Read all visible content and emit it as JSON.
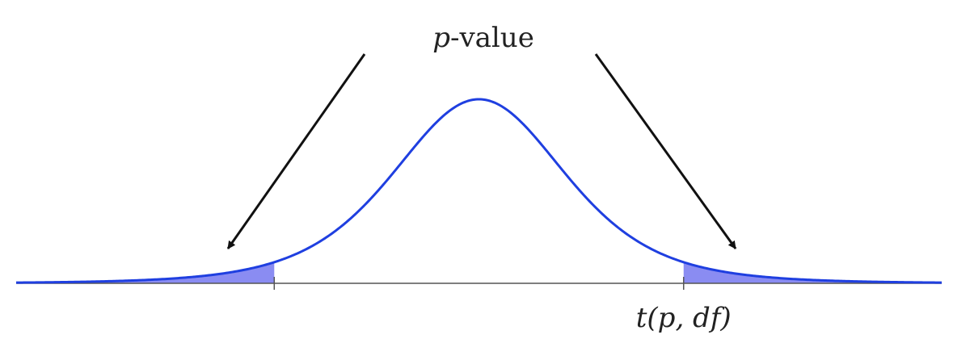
{
  "labels": {
    "pvalue_symbol": "p",
    "pvalue_suffix": "-value",
    "critical_value": "t(p, df)"
  },
  "distribution": {
    "type": "t",
    "df": 5,
    "x_range": [
      -5.2,
      5.2
    ],
    "critical_t": 2.3
  },
  "colors": {
    "curve": "#1f3fe0",
    "tail_fill": "#8a8cf2",
    "axis": "#555555",
    "arrow": "#111111"
  }
}
